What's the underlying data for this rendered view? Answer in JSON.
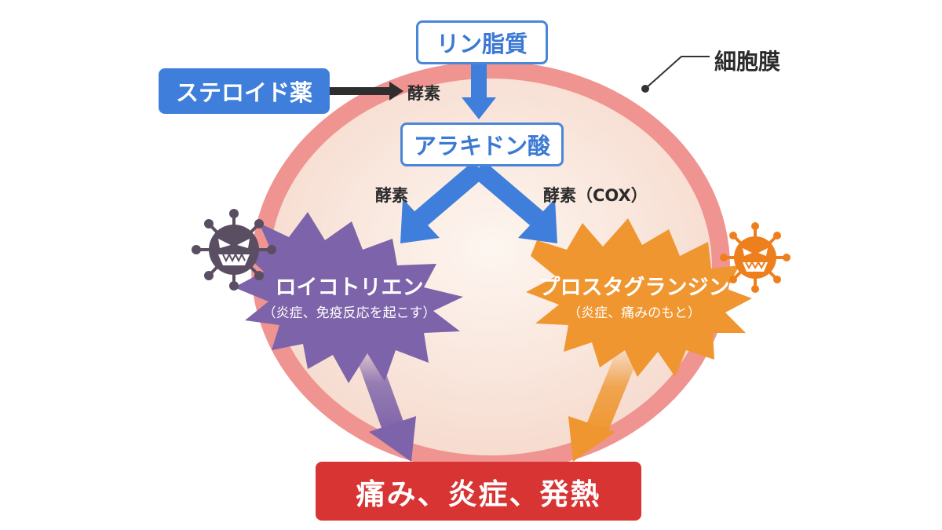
{
  "title": "",
  "nodes": {
    "phospholipid": "リン脂質",
    "steroid": "ステロイド薬",
    "arachidonic": "アラキドン酸",
    "leukotriene": "ロイコトリエン",
    "leukotriene_note": "（炎症、免疫反応を起こす）",
    "prostaglandin": "プロスタグランジン",
    "prostaglandin_note": "（炎症、痛みのもと）",
    "result": "痛み、炎症、発熱"
  },
  "labels": {
    "cell_membrane": "細胞膜",
    "enzyme_steroid": "酵素",
    "enzyme_left": "酵素",
    "enzyme_right": "酵素（COX）"
  },
  "icons": {
    "left_germ": "germ-icon",
    "right_germ": "germ-icon"
  },
  "colors": {
    "membrane": "#ef9490",
    "cell_interior": "#f8e3d6",
    "blue": "#3f7fdb",
    "leukotriene": "#7d63a9",
    "prostaglandin": "#ef9630",
    "result": "#d83434",
    "germ_dark": "#5a4f62",
    "germ_orange": "#ee7f1d"
  }
}
